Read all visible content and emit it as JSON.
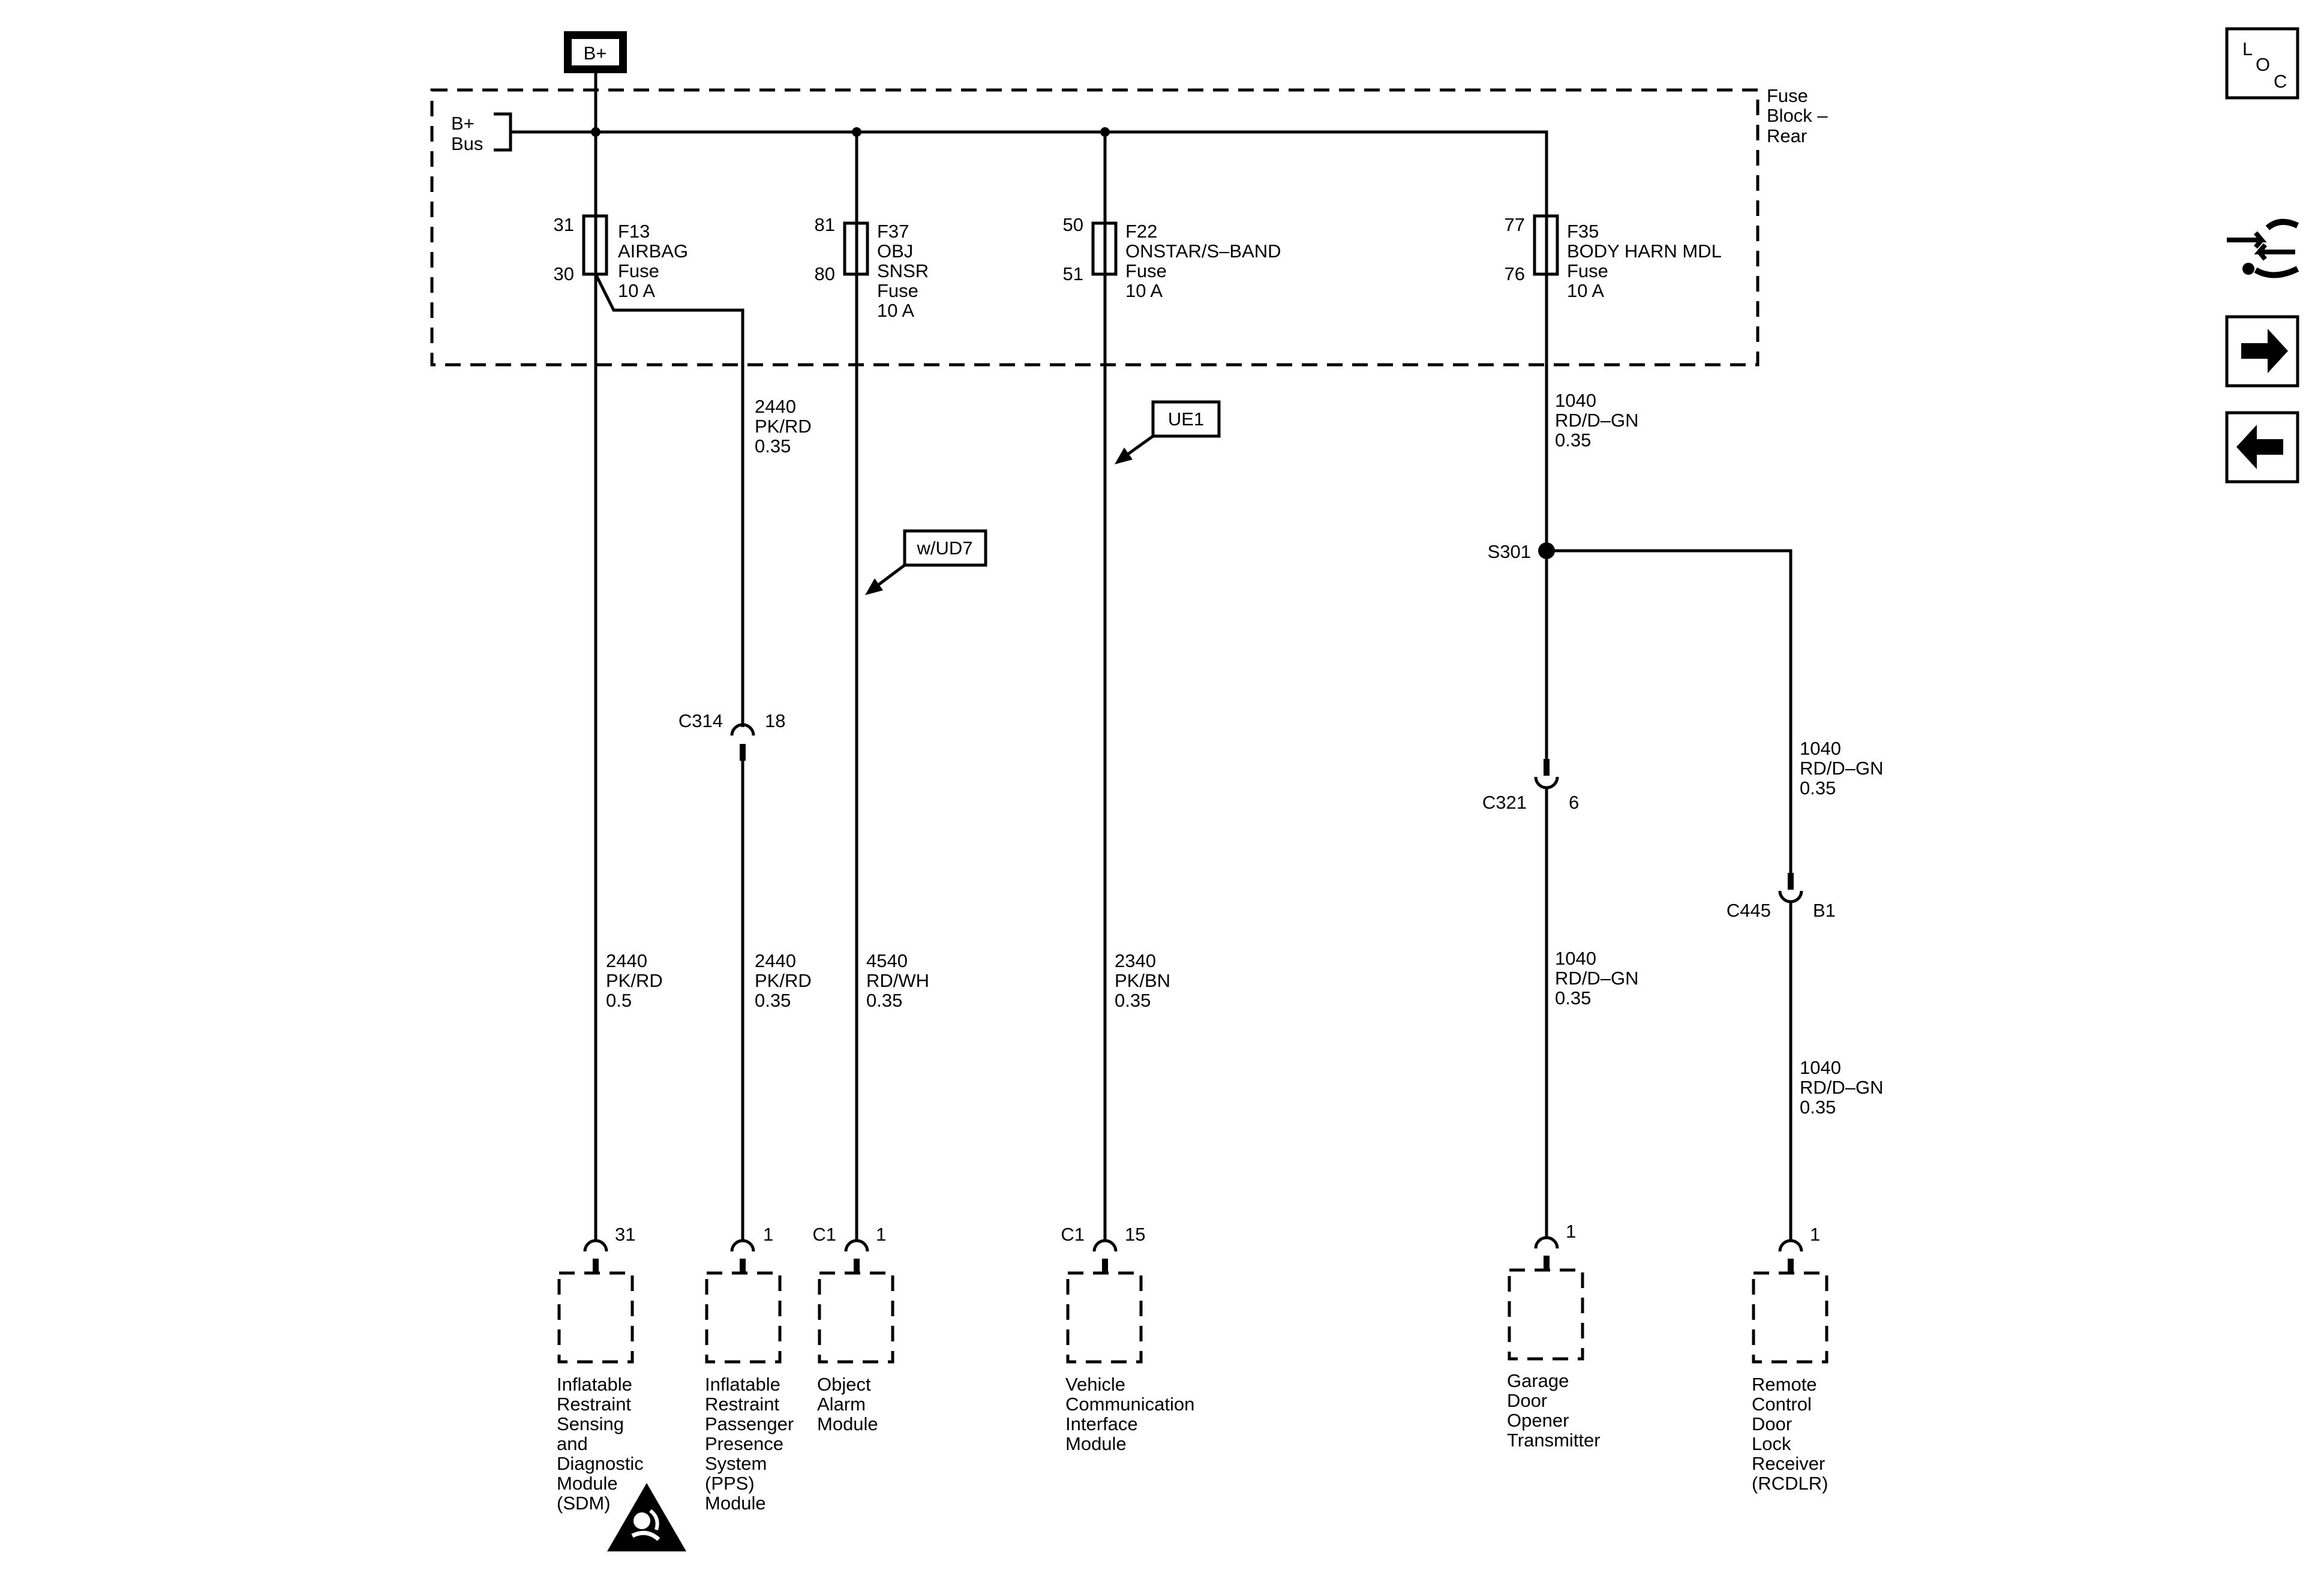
{
  "power": {
    "label": "B+"
  },
  "fuse_block": {
    "label_lines": [
      "Fuse",
      "Block –",
      "Rear"
    ],
    "bus_label_lines": [
      "B+",
      "Bus"
    ]
  },
  "fuses": [
    {
      "id": "F13",
      "name_lines": [
        "F13",
        "AIRBAG",
        "Fuse",
        "10 A"
      ],
      "pin_in": "31",
      "pin_out": "30"
    },
    {
      "id": "F37",
      "name_lines": [
        "F37",
        "OBJ",
        "SNSR",
        "Fuse",
        "10 A"
      ],
      "pin_in": "81",
      "pin_out": "80"
    },
    {
      "id": "F22",
      "name_lines": [
        "F22",
        "ONSTAR/S–BAND",
        "Fuse",
        "10 A"
      ],
      "pin_in": "50",
      "pin_out": "51"
    },
    {
      "id": "F35",
      "name_lines": [
        "F35",
        "BODY HARN MDL",
        "Fuse",
        "10 A"
      ],
      "pin_in": "77",
      "pin_out": "76"
    }
  ],
  "options": {
    "ud7": "w/UD7",
    "ue1": "UE1"
  },
  "wires": {
    "w_2440_upper": [
      "2440",
      "PK/RD",
      "0.35"
    ],
    "w_1040_upper": [
      "1040",
      "RD/D–GN",
      "0.35"
    ],
    "w_2440_sdm": [
      "2440",
      "PK/RD",
      "0.5"
    ],
    "w_2440_pps": [
      "2440",
      "PK/RD",
      "0.35"
    ],
    "w_4540": [
      "4540",
      "RD/WH",
      "0.35"
    ],
    "w_2340": [
      "2340",
      "PK/BN",
      "0.35"
    ],
    "w_1040_gdo": [
      "1040",
      "RD/D–GN",
      "0.35"
    ],
    "w_1040_rcdlr_upper": [
      "1040",
      "RD/D–GN",
      "0.35"
    ],
    "w_1040_rcdlr_lower": [
      "1040",
      "RD/D–GN",
      "0.35"
    ]
  },
  "splice": {
    "label": "S301"
  },
  "inline_connectors": [
    {
      "id": "C314",
      "name": "C314",
      "pin": "18"
    },
    {
      "id": "C321",
      "name": "C321",
      "pin": "6"
    },
    {
      "id": "C445",
      "name": "C445",
      "pin": "B1"
    }
  ],
  "modules": [
    {
      "id": "sdm",
      "connector": "",
      "pin": "31",
      "name_lines": [
        "Inflatable",
        "Restraint",
        "Sensing",
        "and",
        "Diagnostic",
        "Module",
        "(SDM)"
      ]
    },
    {
      "id": "pps",
      "connector": "",
      "pin": "1",
      "name_lines": [
        "Inflatable",
        "Restraint",
        "Passenger",
        "Presence",
        "System",
        "(PPS)",
        "Module"
      ]
    },
    {
      "id": "oam",
      "connector": "C1",
      "pin": "1",
      "name_lines": [
        "Object",
        "Alarm",
        "Module"
      ]
    },
    {
      "id": "vcim",
      "connector": "C1",
      "pin": "15",
      "name_lines": [
        "Vehicle",
        "Communication",
        "Interface",
        "Module"
      ]
    },
    {
      "id": "gdo",
      "connector": "",
      "pin": "1",
      "name_lines": [
        "Garage",
        "Door",
        "Opener",
        "Transmitter"
      ]
    },
    {
      "id": "rcdlr",
      "connector": "",
      "pin": "1",
      "name_lines": [
        "Remote",
        "Control",
        "Door",
        "Lock",
        "Receiver",
        "(RCDLR)"
      ]
    }
  ],
  "nav": {
    "loc": {
      "l": "L",
      "o": "O",
      "c": "C"
    },
    "icons": [
      "loc-icon",
      "connector-tool-icon",
      "arrow-right-icon",
      "arrow-left-icon"
    ]
  },
  "airbag_warning_icon": "airbag-warning-icon"
}
